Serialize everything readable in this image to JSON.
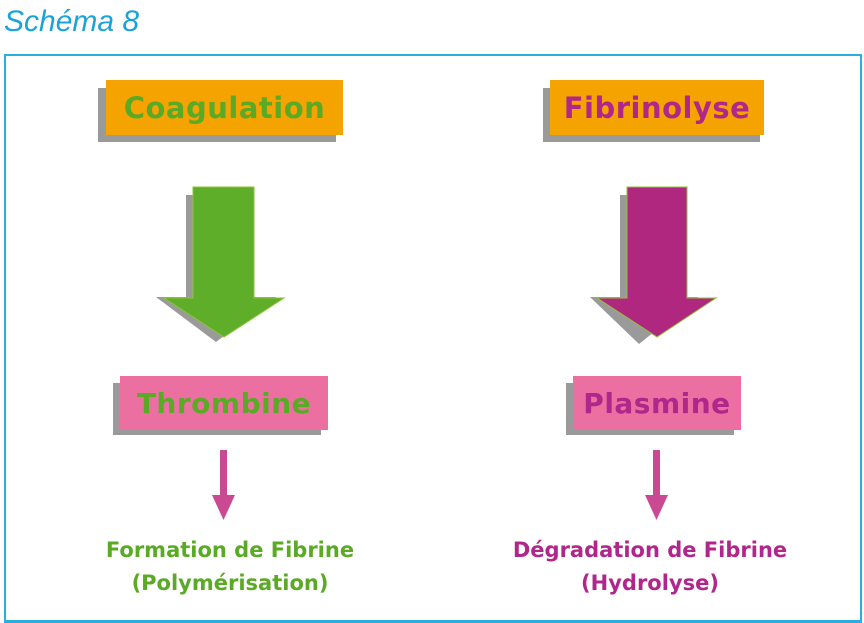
{
  "title": "Schéma 8",
  "colors": {
    "frame": "#2aaee0",
    "title": "#1aa3d9",
    "orange_box": "#f5a300",
    "pink_box": "#ec6fa1",
    "green": "#5aaa25",
    "purple": "#b0268a",
    "shadow": "#9a9a9a",
    "small_arrow": "#c94a93"
  },
  "left_column": {
    "process": "Coagulation",
    "enzyme": "Thrombine",
    "result_line1": "Formation de Fibrine",
    "result_line2": "(Polymérisation)",
    "big_arrow_icon": "down-arrow-green",
    "small_arrow_icon": "down-arrow-pink"
  },
  "right_column": {
    "process": "Fibrinolyse",
    "enzyme": "Plasmine",
    "result_line1": "Dégradation de Fibrine",
    "result_line2": "(Hydrolyse)",
    "big_arrow_icon": "down-arrow-purple",
    "small_arrow_icon": "down-arrow-pink"
  }
}
